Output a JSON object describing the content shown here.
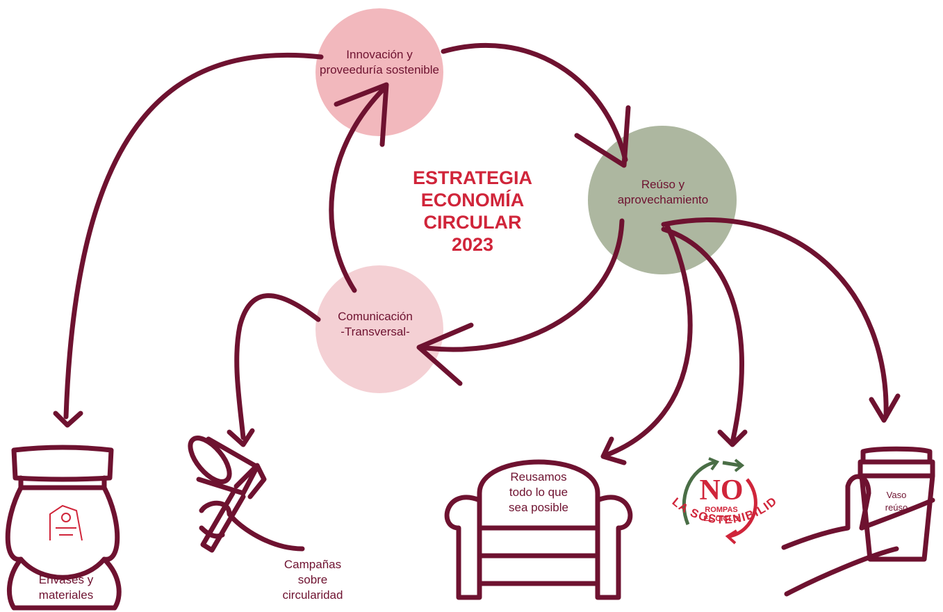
{
  "title": {
    "lines": [
      "ESTRATEGIA",
      "ECONOMÍA",
      "CIRCULAR",
      "2023"
    ]
  },
  "nodes": {
    "innovacion": [
      "Innovación y",
      "proveeduría sostenible"
    ],
    "reuso": [
      "Reúso y",
      "aprovechamiento"
    ],
    "comunicacion": [
      "Comunicación",
      "-Transversal-"
    ]
  },
  "items": {
    "envases": [
      "Envases y",
      "materiales"
    ],
    "campanas": [
      "Campañas",
      "sobre",
      "circularidad"
    ],
    "reusamos": [
      "Reusamos",
      "todo lo que",
      "sea posible"
    ],
    "no_rompas": {
      "big": "NO",
      "small1": "ROMPAS",
      "small2": "EL CICLO",
      "arc": "DE LA SOSTENIBILIDAD"
    },
    "vaso": [
      "Vaso",
      "reúso"
    ]
  },
  "colors": {
    "stroke": "#6e1230",
    "accent_red": "#d0253a",
    "circle_innovacion": "#f2b8bd",
    "circle_reuso": "#adb7a0",
    "circle_comunicacion": "#f4d0d4",
    "green": "#4a6e46"
  }
}
